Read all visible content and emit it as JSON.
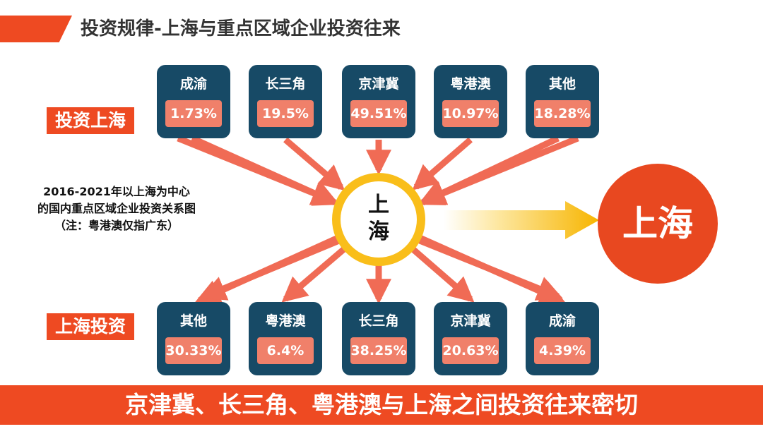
{
  "title": "投资规律-上海与重点区域企业投资往来",
  "label_invest_in": "投资上海",
  "label_invest_out": "上海投资",
  "description": {
    "line1": "2016-2021年以上海为中心",
    "line2": "的国内重点区域企业投资关系图",
    "line3": "（注：粤港澳仅指广东）"
  },
  "center_text": "上\n海",
  "big_circle_text": "上海",
  "footer": "京津冀、长三角、粤港澳与上海之间投资往来密切",
  "colors": {
    "accent": "#ee4a22",
    "box": "#174a66",
    "value_chip": "#f0806a",
    "arrow": "#f06b55",
    "ring": "#f9be1a"
  },
  "chart_data": {
    "type": "diagram",
    "center": "上海",
    "inbound": [
      {
        "region": "成渝",
        "value": "1.73%"
      },
      {
        "region": "长三角",
        "value": "19.5%"
      },
      {
        "region": "京津冀",
        "value": "49.51%"
      },
      {
        "region": "粤港澳",
        "value": "10.97%"
      },
      {
        "region": "其他",
        "value": "18.28%"
      }
    ],
    "outbound": [
      {
        "region": "其他",
        "value": "30.33%"
      },
      {
        "region": "粤港澳",
        "value": "6.4%"
      },
      {
        "region": "长三角",
        "value": "38.25%"
      },
      {
        "region": "京津冀",
        "value": "20.63%"
      },
      {
        "region": "成渝",
        "value": "4.39%"
      }
    ]
  }
}
